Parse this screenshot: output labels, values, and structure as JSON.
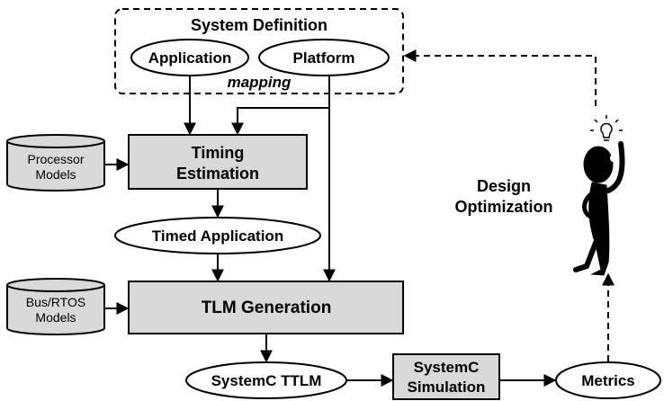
{
  "system_definition": {
    "title": "System Definition",
    "application": "Application",
    "platform": "Platform",
    "mapping": "mapping"
  },
  "processor_models": {
    "line1": "Processor",
    "line2": "Models"
  },
  "timing_estimation": {
    "line1": "Timing",
    "line2": "Estimation"
  },
  "timed_application": "Timed Application",
  "bus_rtos_models": {
    "line1": "Bus/RTOS",
    "line2": "Models"
  },
  "tlm_generation": "TLM Generation",
  "systemc_ttlm": "SystemC TTLM",
  "systemc_simulation": {
    "line1": "SystemC",
    "line2": "Simulation"
  },
  "metrics": "Metrics",
  "design_optimization": {
    "line1": "Design",
    "line2": "Optimization"
  },
  "colors": {
    "box_fill": "#d9d9d9",
    "stroke": "#000000",
    "figure": "#000000"
  },
  "icons": [
    "lightbulb-icon",
    "person-thinking-icon",
    "database-cylinder-icon"
  ]
}
